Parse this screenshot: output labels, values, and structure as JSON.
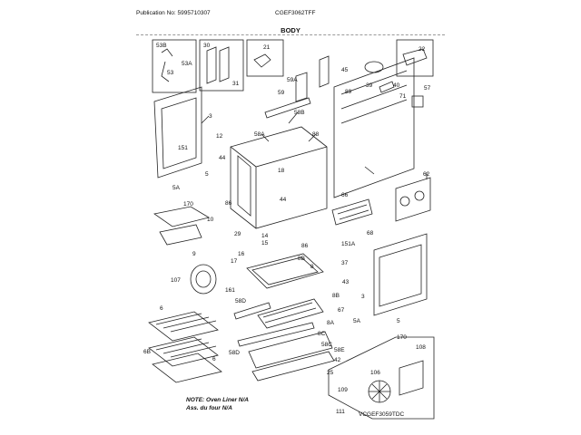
{
  "header": {
    "publication": "Publication No: 5995710307",
    "model": "CGEF3062TFF"
  },
  "section_title": "BODY",
  "notes": {
    "line1": "NOTE: Oven Liner N/A",
    "line2": "Ass. du four N/A"
  },
  "diagram_code": "VCGEF3059TDC",
  "part_labels": [
    "53B",
    "53",
    "53A",
    "30",
    "31",
    "21",
    "22",
    "59A",
    "45",
    "39",
    "40",
    "57",
    "89",
    "71",
    "59",
    "58B",
    "3",
    "151",
    "12",
    "44",
    "58A",
    "88",
    "18",
    "5",
    "62",
    "5A",
    "170",
    "66",
    "44",
    "86",
    "10",
    "29",
    "14",
    "15",
    "68",
    "9",
    "16",
    "17",
    "86",
    "151A",
    "8B",
    "37",
    "107",
    "161",
    "43",
    "8",
    "8B",
    "3",
    "6",
    "58D",
    "67",
    "8A",
    "5A",
    "5",
    "170",
    "6B",
    "58D",
    "6",
    "8C",
    "58C",
    "108",
    "58E",
    "42",
    "25",
    "106",
    "109",
    "111"
  ]
}
